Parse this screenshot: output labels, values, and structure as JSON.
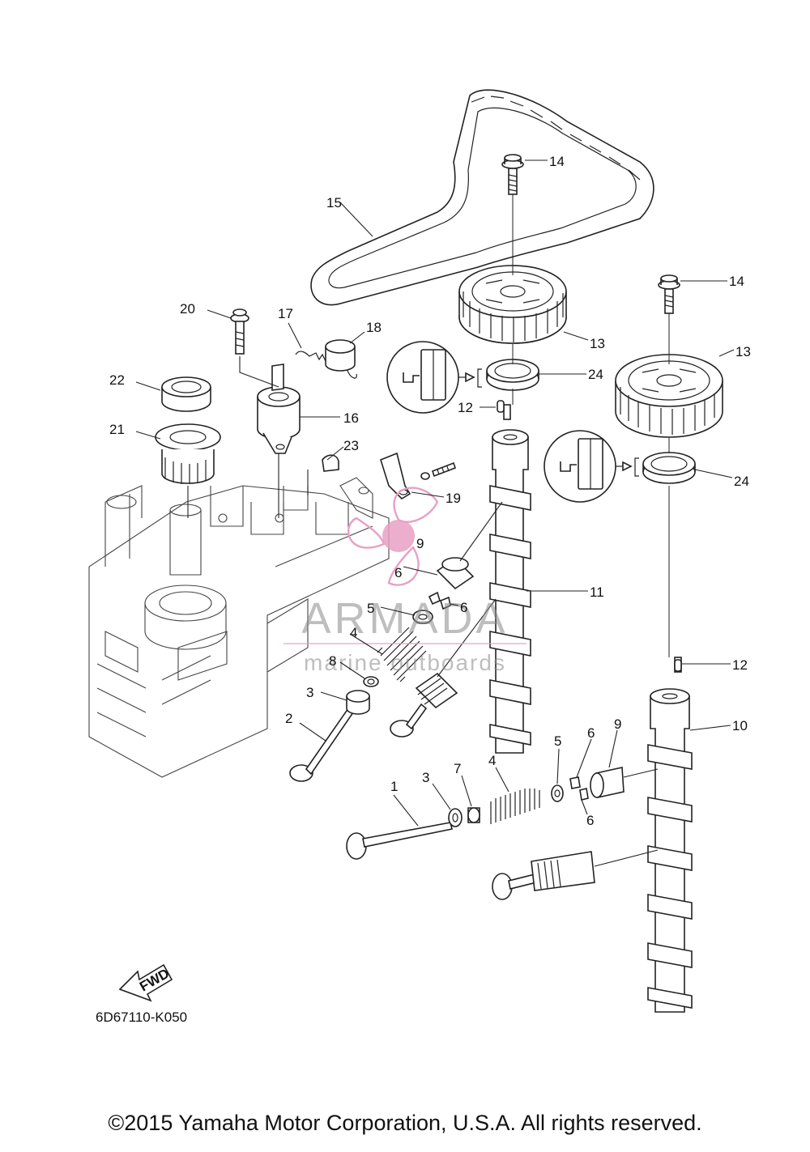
{
  "diagram_code": "6D67110-K050",
  "fwd_label": "FWD",
  "watermark": {
    "brand": "ARMADA",
    "tagline": "marine outboards",
    "color": "#e8a0c4"
  },
  "copyright": "©2015 Yamaha Motor Corporation, U.S.A. All rights reserved.",
  "callouts": {
    "c1": "1",
    "c2": "2",
    "c3a": "3",
    "c3b": "3",
    "c4a": "4",
    "c4b": "4",
    "c5a": "5",
    "c5b": "5",
    "c6a": "6",
    "c6b": "6",
    "c6c": "6",
    "c6d": "6",
    "c7": "7",
    "c8": "8",
    "c9a": "9",
    "c9b": "9",
    "c10": "10",
    "c11": "11",
    "c12a": "12",
    "c12b": "12",
    "c13a": "13",
    "c13b": "13",
    "c14a": "14",
    "c14b": "14",
    "c15": "15",
    "c16": "16",
    "c17": "17",
    "c18": "18",
    "c19": "19",
    "c20": "20",
    "c21": "21",
    "c22": "22",
    "c23": "23",
    "c24a": "24",
    "c24b": "24"
  }
}
